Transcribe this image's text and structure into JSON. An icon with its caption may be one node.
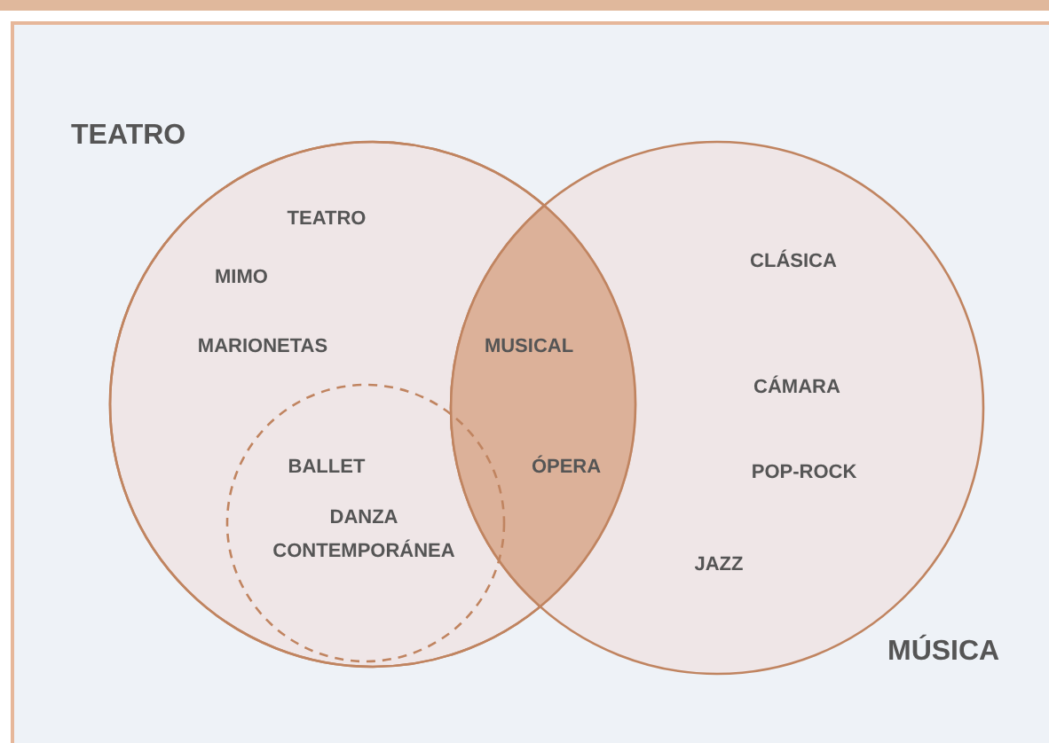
{
  "diagram": {
    "nodes": [
      {
        "text": [
          "TEATRO"
        ]
      },
      {
        "text": [
          "MÚSICA"
        ]
      },
      {
        "text": [],
        "shape": "circle",
        "in": 0
      }
    ],
    "labels": [
      "TEATRO",
      "MIMO",
      "MARIONETAS",
      "MUSICAL",
      "CLÁSICA",
      "CÁMARA",
      "BALLET",
      "ÓPERA",
      "POP-ROCK",
      "DANZA CONTEMPORÁNEA",
      "JAZZ"
    ]
  }
}
